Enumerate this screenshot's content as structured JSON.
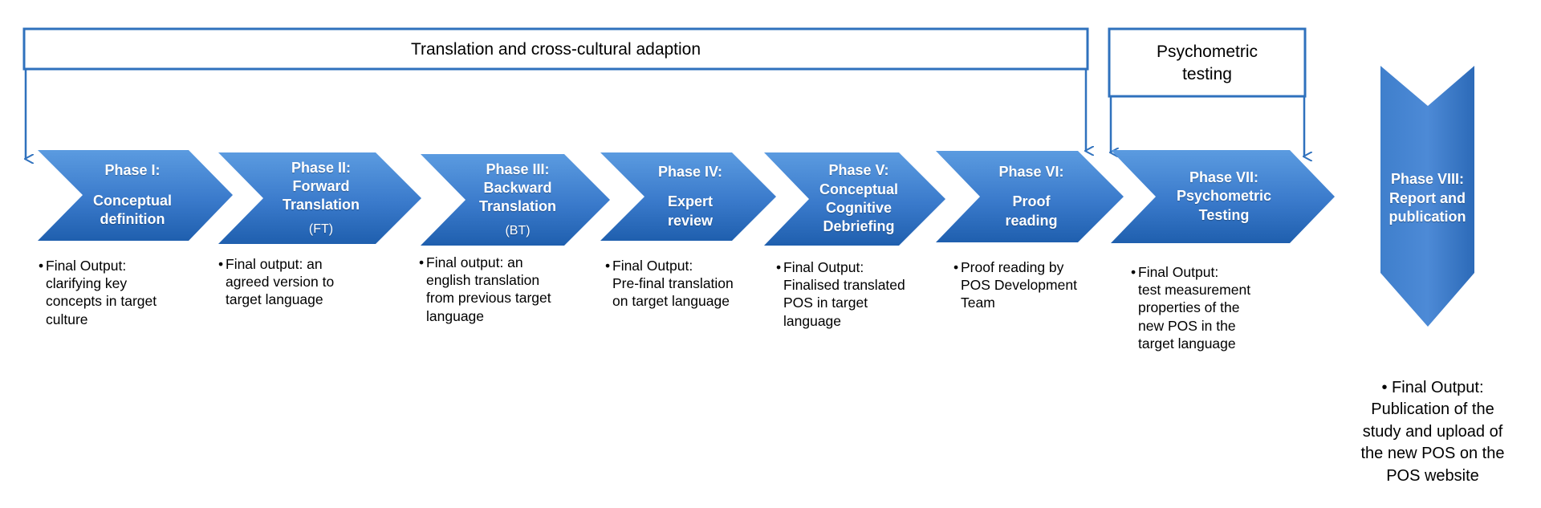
{
  "banners": {
    "translation": "Translation and cross-cultural adaption",
    "psychometric_line1": "Psychometric",
    "psychometric_line2": "testing"
  },
  "phases": [
    {
      "lines": [
        "Phase I:",
        "Conceptual",
        "definition"
      ],
      "output": [
        "Final Output:",
        "clarifying key",
        "concepts in target",
        "culture"
      ]
    },
    {
      "lines": [
        "Phase II:",
        "Forward",
        "Translation",
        "(FT)"
      ],
      "output": [
        "Final output: an",
        "agreed version to",
        "target language"
      ]
    },
    {
      "lines": [
        "Phase III:",
        "Backward",
        "Translation",
        "(BT)"
      ],
      "output": [
        "Final output: an",
        "english translation",
        "from previous target",
        "language"
      ]
    },
    {
      "lines": [
        "Phase IV:",
        "Expert",
        "review"
      ],
      "output": [
        "Final Output:",
        "Pre-final translation",
        "on target language"
      ]
    },
    {
      "lines": [
        "Phase V:",
        "Conceptual",
        "Cognitive",
        "Debriefing"
      ],
      "output": [
        "Final Output:",
        "Finalised translated",
        "POS in target",
        "language"
      ]
    },
    {
      "lines": [
        "Phase VI:",
        "Proof",
        "reading"
      ],
      "output": [
        "Proof reading by",
        "POS Development",
        "Team"
      ]
    },
    {
      "lines": [
        "Phase VII:",
        "Psychometric",
        "Testing"
      ],
      "output": [
        "Final Output:",
        "test measurement",
        "properties of the",
        "new POS  in the",
        "target language"
      ]
    },
    {
      "lines": [
        "Phase VIII:",
        "Report and",
        "publication"
      ],
      "output": [
        "Final Output:",
        "Publication of the",
        "study and upload of",
        "the new POS on the",
        "POS website"
      ]
    }
  ],
  "bullet": "•",
  "colors": {
    "chevron_top": "#4f8fd6",
    "chevron_bottom": "#1d5fad",
    "frame": "#2f71bd"
  }
}
